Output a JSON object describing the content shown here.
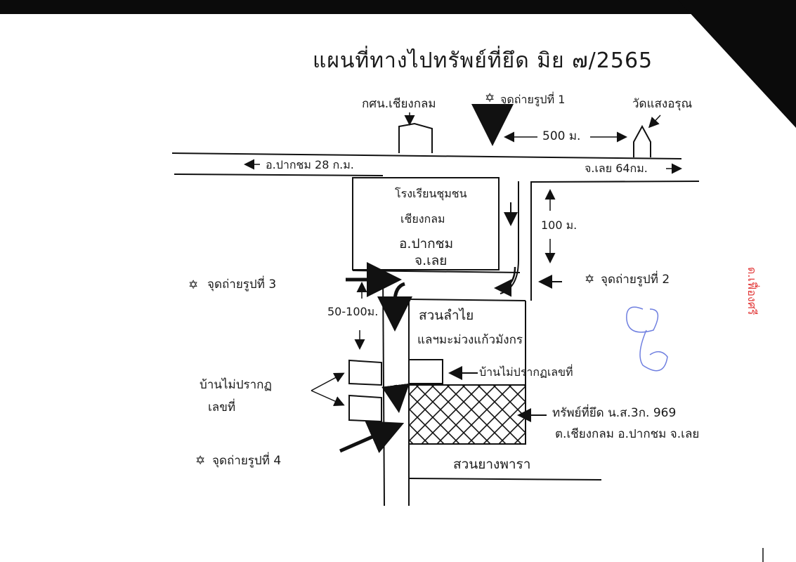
{
  "map": {
    "title": "แผนที่ทางไปทรัพย์ที่ยึด มิย ๗/2565",
    "top_labels": {
      "office": "กศน.เชียงกลม",
      "photo_point_1": "จุดถ่ายรูปที่ 1",
      "temple": "วัดแสงอรุณ",
      "distance_500": "500 ม."
    },
    "road_labels": {
      "to_pak_chom": "อ.ปากชม 28 ก.ม.",
      "to_loei": "จ.เลย 64กม."
    },
    "school": {
      "line1": "โรงเรียนชุมชน",
      "line2": "เชียงกลม",
      "line3": "อ.ปากชม",
      "line4": "จ.เลย"
    },
    "distance_100": "100 ม.",
    "distance_50_100": "50-100ม.",
    "photo_point_2": "จุดถ่ายรูปที่ 2",
    "photo_point_3": "จุดถ่ายรูปที่ 3",
    "photo_point_4": "จุดถ่ายรูปที่ 4",
    "garden_1": {
      "line1": "สวนลำไย",
      "line2": "แลฯมะม่วงแก้วมังกร"
    },
    "house_no_number_right": "บ้านไม่ปรากฏเลขที่",
    "house_no_number_left": {
      "line1": "บ้านไม่ปรากฏ",
      "line2": "เลขที่"
    },
    "seized_property": {
      "line1": "ทรัพย์ที่ยึด น.ส.3ก. 969",
      "line2": "ต.เชียงกลม อ.ปากชม จ.เลย"
    },
    "garden_2": "สวนยางพารา",
    "margin_note": "ด.เฟื่องศรี",
    "star_symbol": "✡",
    "colors": {
      "ink": "#1a1a1a",
      "margin_note": "#e23a3a",
      "scribble": "#6f7fe0",
      "scan_corner": "#0b0b0b"
    }
  }
}
